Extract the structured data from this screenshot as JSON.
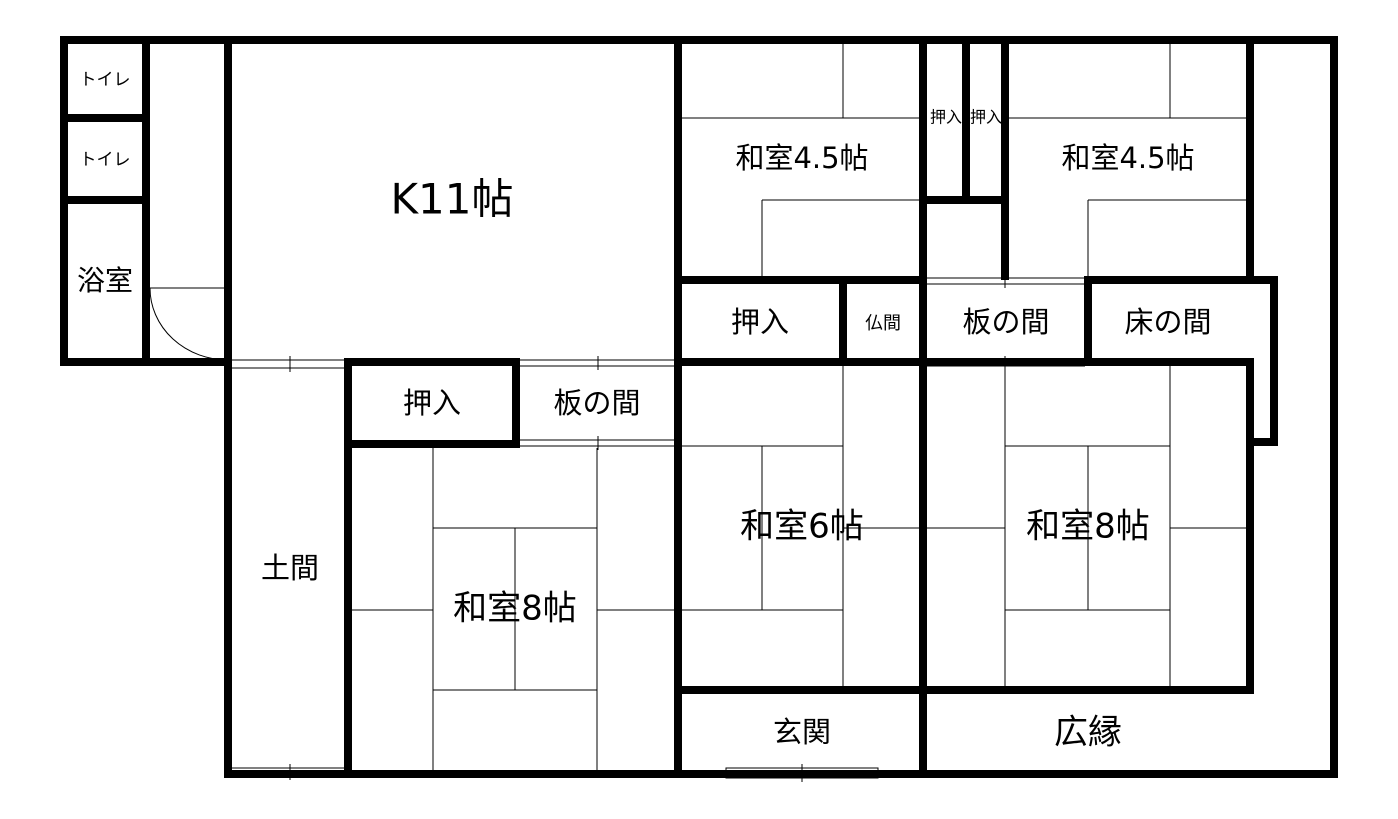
{
  "rooms": {
    "toilet_1": "トイレ",
    "toilet_2": "トイレ",
    "bathroom": "浴室",
    "kitchen": "K11帖",
    "washitsu_nw": "和室4.5帖",
    "oshiire_a": "押入",
    "oshiire_b": "押入",
    "washitsu_ne": "和室4.5帖",
    "oshiire_mid": "押入",
    "butsuma": "仏間",
    "itanoma_n": "板の間",
    "tokonoma": "床の間",
    "oshiire_w": "押入",
    "itanoma_w": "板の間",
    "doma": "土間",
    "washitsu_8_w": "和室8帖",
    "washitsu_6": "和室6帖",
    "washitsu_8_e": "和室8帖",
    "genkan": "玄関",
    "hiroen": "広縁"
  }
}
